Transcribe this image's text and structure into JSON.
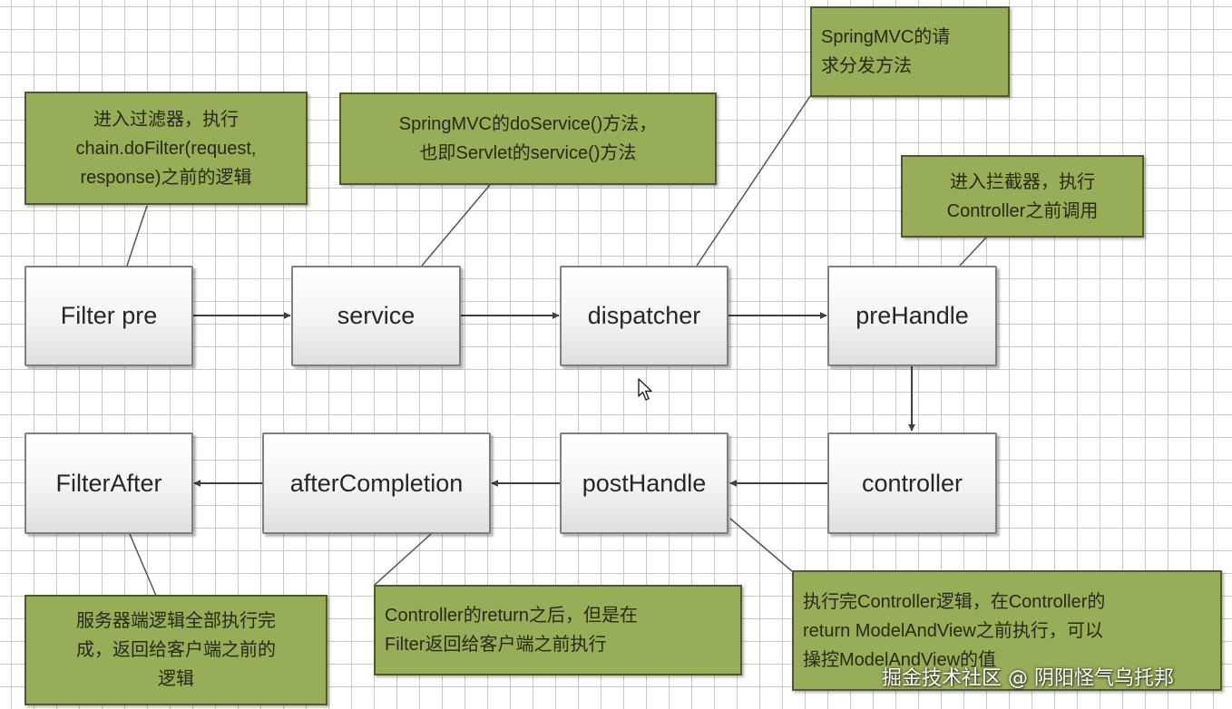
{
  "nodes": {
    "filter_pre": "Filter pre",
    "service": "service",
    "dispatcher": "dispatcher",
    "pre_handle": "preHandle",
    "controller": "controller",
    "post_handle": "postHandle",
    "after_completion": "afterCompletion",
    "filter_after": "FilterAfter"
  },
  "notes": {
    "filter_pre": [
      "进入过滤器，执行",
      "chain.doFilter(request,",
      "response)之前的逻辑"
    ],
    "service": [
      "SpringMVC的doService()方法，",
      "也即Servlet的service()方法"
    ],
    "dispatcher": [
      "SpringMVC的请",
      "求分发方法"
    ],
    "pre_handle": [
      "进入拦截器，执行",
      "Controller之前调用"
    ],
    "filter_after": [
      "服务器端逻辑全部执行完",
      "成，返回给客户端之前的",
      "逻辑"
    ],
    "after_completion": [
      "Controller的return之后，但是在",
      "Filter返回给客户端之前执行"
    ],
    "post_handle": [
      "执行完Controller逻辑，在Controller的",
      "return ModelAndView之前执行，可以",
      "操控ModelAndView的值"
    ]
  },
  "watermark": "掘金技术社区 @ 阴阳怪气乌托邦",
  "colors": {
    "note_fill": "#98ad58",
    "note_border": "#4d5a2a",
    "box_border": "#7f7f7f",
    "arrow": "#404040",
    "grid": "#c9c9c9"
  },
  "icons": {
    "cursor": "mouse-pointer-icon"
  }
}
